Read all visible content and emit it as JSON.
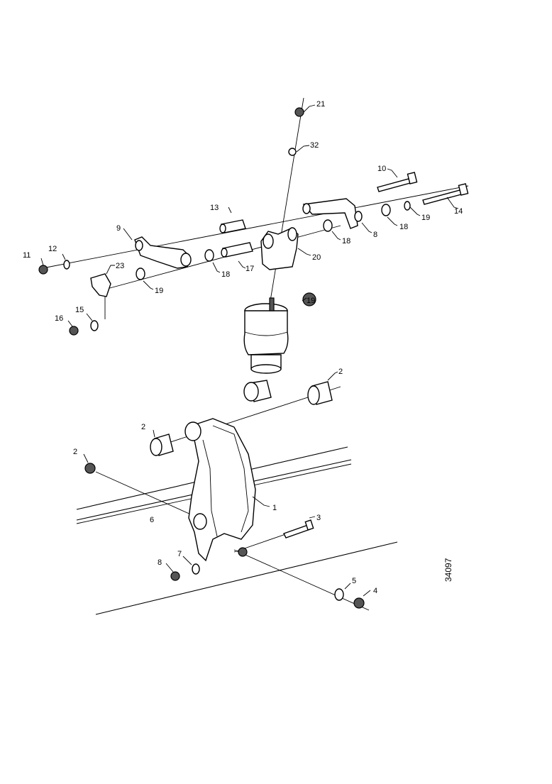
{
  "figure_id": "34097",
  "callouts": [
    "21",
    "32",
    "10",
    "14",
    "13",
    "9",
    "8",
    "18",
    "19",
    "18",
    "20",
    "11",
    "12",
    "23",
    "19",
    "18",
    "17",
    "16",
    "15",
    "19",
    "2",
    "2",
    "2",
    "1",
    "3",
    "8",
    "7",
    "6",
    "5",
    "4"
  ]
}
